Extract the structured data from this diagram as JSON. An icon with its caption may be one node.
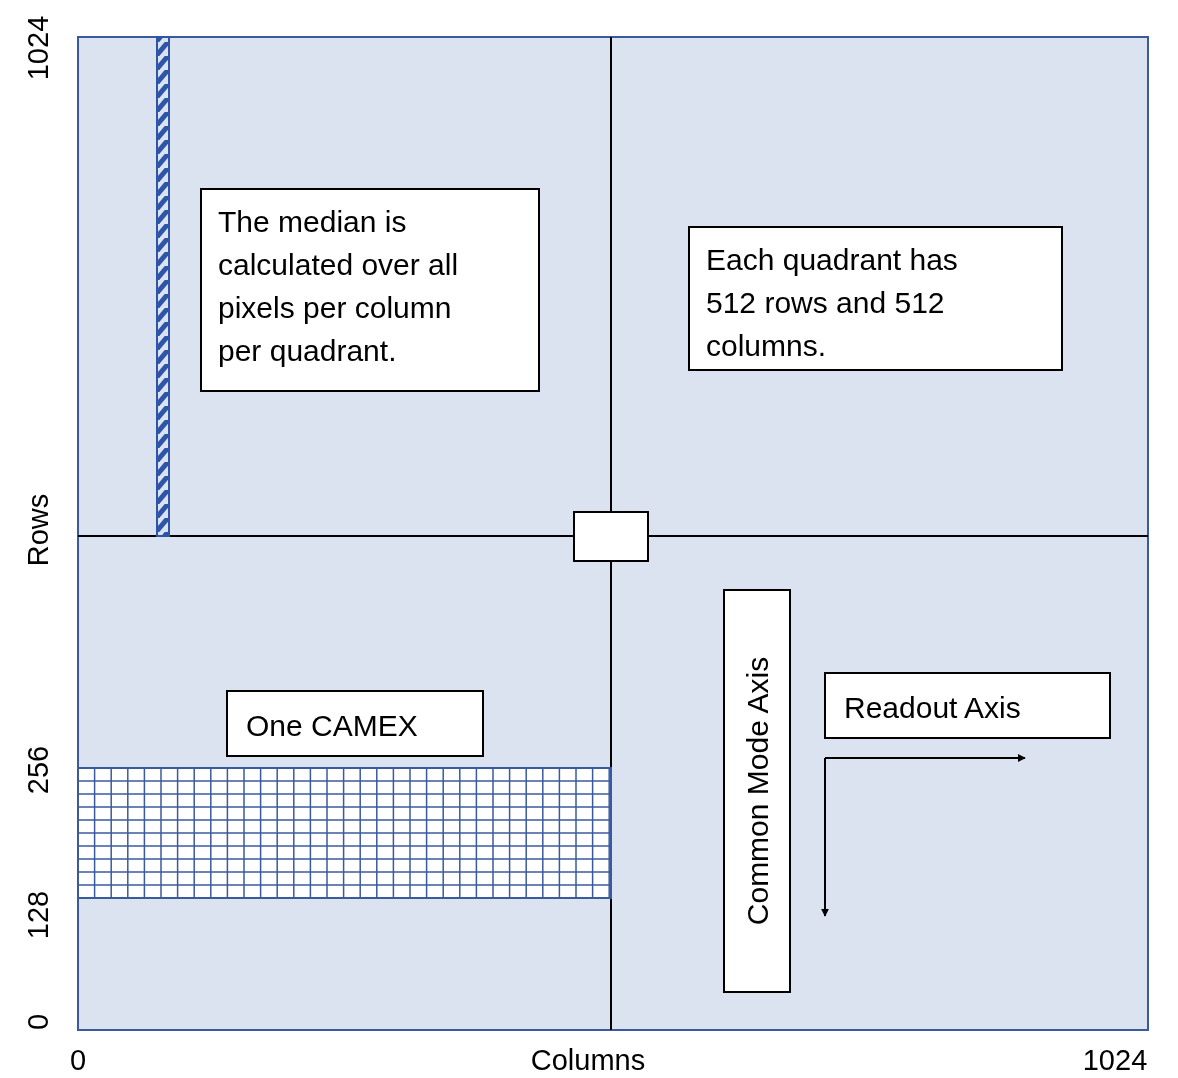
{
  "diagram": {
    "nodes": [
      {
        "text": [
          "The median is calculated over all pixels per column per quadrant."
        ]
      },
      {
        "text": [
          "Each quadrant has 512 rows and 512 columns."
        ]
      },
      {
        "text": [],
        "shape": "box"
      },
      {
        "text": [
          "One CAMEX"
        ]
      },
      {
        "text": [
          "Common Mode Axis"
        ]
      },
      {
        "text": [
          "Readout Axis"
        ]
      }
    ],
    "edges": [],
    "labels": [
      "1024",
      "Rows",
      "256",
      "128",
      "0",
      "0",
      "Columns",
      "1024"
    ]
  }
}
